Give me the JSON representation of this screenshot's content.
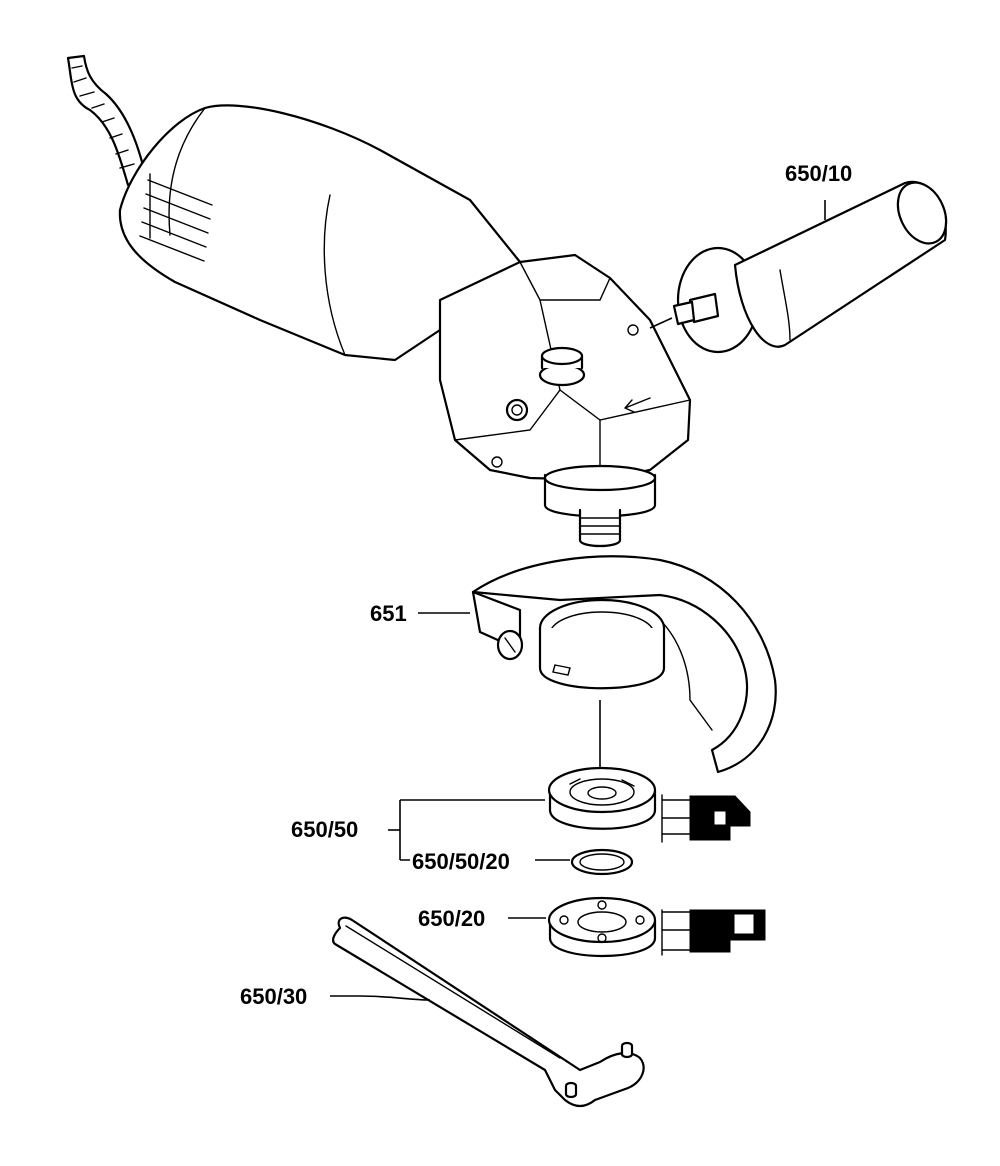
{
  "labels": {
    "side_handle": "650/10",
    "guard": "651",
    "flange_assembly": "650/50",
    "o_ring": "650/50/20",
    "clamping_nut": "650/20",
    "spanner": "650/30"
  }
}
